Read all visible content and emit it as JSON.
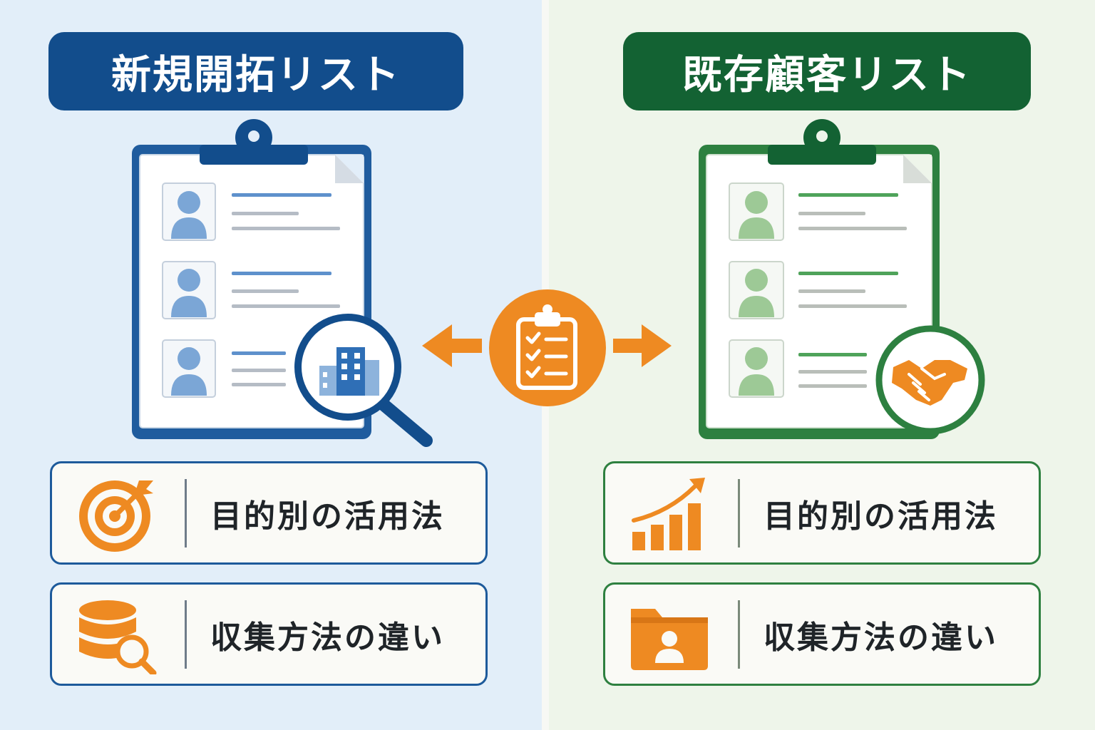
{
  "left": {
    "title": "新規開拓リスト",
    "cards": [
      {
        "label": "目的別の活用法",
        "icon": "target-icon"
      },
      {
        "label": "収集方法の違い",
        "icon": "database-search-icon"
      }
    ],
    "badge_icon": "magnifier-building-icon"
  },
  "right": {
    "title": "既存顧客リスト",
    "cards": [
      {
        "label": "目的別の活用法",
        "icon": "growth-chart-icon"
      },
      {
        "label": "収集方法の違い",
        "icon": "customer-folder-icon"
      }
    ],
    "badge_icon": "handshake-icon"
  },
  "center_icon": "checklist-clipboard-icon",
  "colors": {
    "blue": "#124d8c",
    "green": "#136233",
    "orange": "#ee8a22",
    "left_bg": "#e2eef9",
    "right_bg": "#eef5ea"
  }
}
